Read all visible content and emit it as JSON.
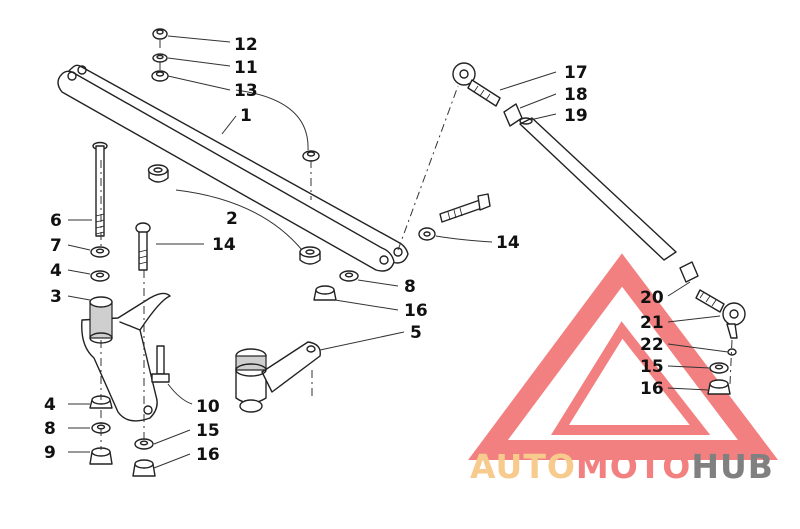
{
  "callouts": [
    {
      "id": "c12",
      "num": "12"
    },
    {
      "id": "c11",
      "num": "11"
    },
    {
      "id": "c13",
      "num": "13"
    },
    {
      "id": "c1",
      "num": "1"
    },
    {
      "id": "c2",
      "num": "2"
    },
    {
      "id": "c6",
      "num": "6"
    },
    {
      "id": "c7",
      "num": "7"
    },
    {
      "id": "c4a",
      "num": "4"
    },
    {
      "id": "c3",
      "num": "3"
    },
    {
      "id": "c14a",
      "num": "14"
    },
    {
      "id": "c4b",
      "num": "4"
    },
    {
      "id": "c8a",
      "num": "8"
    },
    {
      "id": "c9",
      "num": "9"
    },
    {
      "id": "c10",
      "num": "10"
    },
    {
      "id": "c15a",
      "num": "15"
    },
    {
      "id": "c16a",
      "num": "16"
    },
    {
      "id": "c5",
      "num": "5"
    },
    {
      "id": "c8b",
      "num": "8"
    },
    {
      "id": "c16b",
      "num": "16"
    },
    {
      "id": "c14b",
      "num": "14"
    },
    {
      "id": "c17",
      "num": "17"
    },
    {
      "id": "c18",
      "num": "18"
    },
    {
      "id": "c19",
      "num": "19"
    },
    {
      "id": "c20",
      "num": "20"
    },
    {
      "id": "c21",
      "num": "21"
    },
    {
      "id": "c22",
      "num": "22"
    },
    {
      "id": "c15b",
      "num": "15"
    },
    {
      "id": "c16c",
      "num": "16"
    }
  ],
  "watermark": {
    "word_auto": "AUTO",
    "word_moto": "MOTO",
    "word_hub": "HUB",
    "color_primary": "#f26b6b",
    "color_secondary": "#f6c37a",
    "color_dark": "#6b6b6b"
  }
}
